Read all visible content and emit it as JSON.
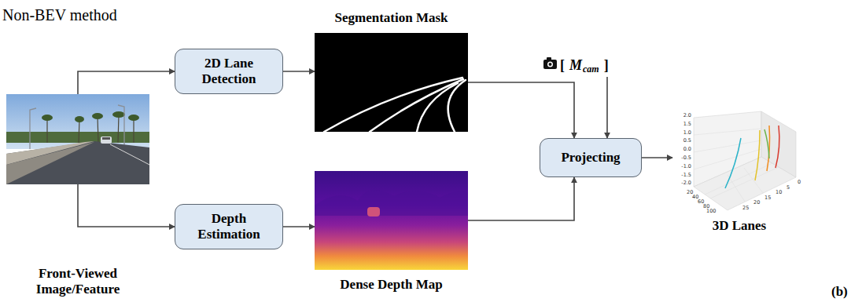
{
  "diagram": {
    "nodes": [
      {
        "text": [
          "Front-Viewed Image/Feature"
        ]
      },
      {
        "text": [
          "2D Lane Detection"
        ]
      },
      {
        "text": [
          "Depth Estimation"
        ]
      },
      {
        "text": [
          "Segmentation Mask"
        ]
      },
      {
        "text": [
          "Dense Depth Map"
        ]
      },
      {
        "text": [
          "[",
          "M",
          "cam",
          "]"
        ]
      },
      {
        "text": [
          "Projecting"
        ]
      },
      {
        "text": [
          "3D Lanes"
        ]
      }
    ],
    "edges": [
      {
        "from": 0,
        "to": 1,
        "arrow": "to"
      },
      {
        "from": 0,
        "to": 2,
        "arrow": "to"
      },
      {
        "from": 1,
        "to": 3,
        "arrow": "to"
      },
      {
        "from": 2,
        "to": 4,
        "arrow": "to"
      },
      {
        "from": 3,
        "to": 6,
        "arrow": "to"
      },
      {
        "from": 5,
        "to": 6,
        "arrow": "to"
      },
      {
        "from": 4,
        "to": 6,
        "arrow": "to"
      },
      {
        "from": 6,
        "to": 7,
        "arrow": "to"
      }
    ],
    "labels": [
      "Non-BEV method",
      "(b)",
      "2.0",
      "1.5",
      "1.0",
      "0.5",
      "0.0",
      "-0.5",
      "-1.0",
      "-1.5",
      "-2.0",
      "20",
      "40",
      "60",
      "80",
      "100",
      "0",
      "5",
      "10",
      "15",
      "20",
      "25"
    ]
  }
}
